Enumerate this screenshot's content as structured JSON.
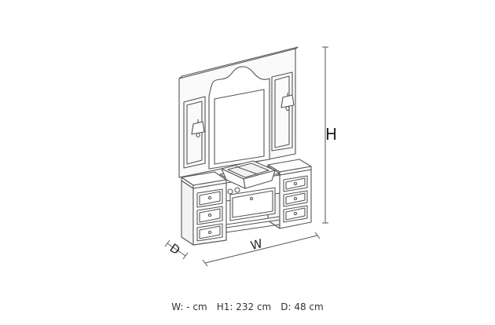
{
  "dimension_labels": {
    "height": "H",
    "width": "W",
    "depth": "D"
  },
  "dimensions": {
    "width": "W: - cm",
    "height": "H1: 232 cm",
    "depth": "D: 48 cm"
  },
  "colors": {
    "line": "#555555",
    "panel": "#f7f7f7",
    "fill": "#ffffff"
  }
}
